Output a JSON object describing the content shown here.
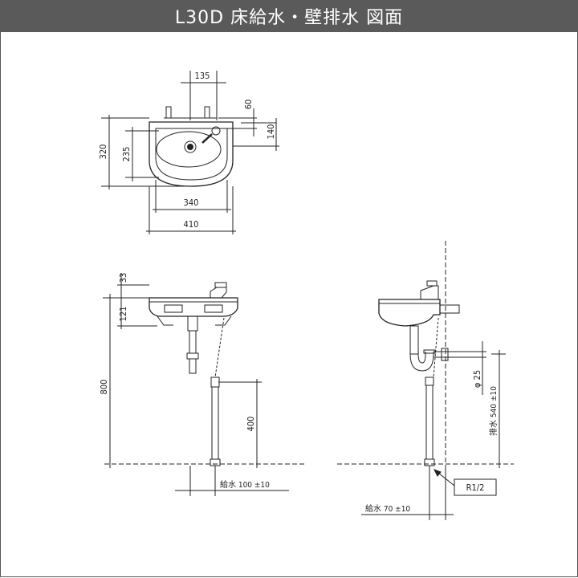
{
  "title": "L30D 床給水・壁排水 図面",
  "dimensions": {
    "d135": "135",
    "d60": "60",
    "d140": "140",
    "d320": "320",
    "d235": "235",
    "d340": "340",
    "d410": "410",
    "d33": "33",
    "d121": "121",
    "d800": "800",
    "d400": "400",
    "supply100": "給水 100 ±10",
    "d25": "φ 25",
    "drain540": "排水 540 ±10",
    "r12": "R1/2",
    "supply70": "給水 70 ±10"
  }
}
